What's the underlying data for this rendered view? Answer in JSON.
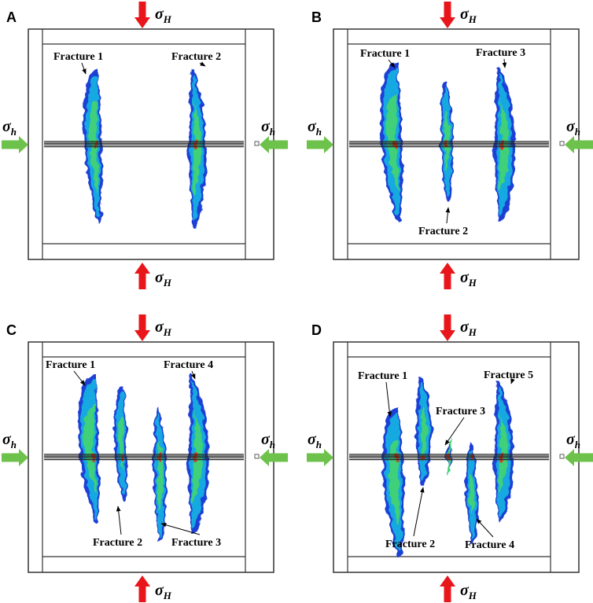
{
  "stress": {
    "sigma": "σ",
    "max_sub": "H",
    "min_sub": "h"
  },
  "panels": [
    {
      "label": "A",
      "fractures": [
        {
          "label": "Fracture 1"
        },
        {
          "label": "Fracture 2"
        }
      ]
    },
    {
      "label": "B",
      "fractures": [
        {
          "label": "Fracture 1"
        },
        {
          "label": "Fracture 2"
        },
        {
          "label": "Fracture 3"
        }
      ]
    },
    {
      "label": "C",
      "fractures": [
        {
          "label": "Fracture 1"
        },
        {
          "label": "Fracture 2"
        },
        {
          "label": "Fracture 3"
        },
        {
          "label": "Fracture 4"
        }
      ]
    },
    {
      "label": "D",
      "fractures": [
        {
          "label": "Fracture 1"
        },
        {
          "label": "Fracture 2"
        },
        {
          "label": "Fracture 3"
        },
        {
          "label": "Fracture 4"
        },
        {
          "label": "Fracture 5"
        }
      ]
    }
  ],
  "colors": {
    "max_stress_arrow": "#e8161b",
    "min_stress_arrow": "#6cc24a",
    "fracture_outer": "#1f3fd6",
    "fracture_mid": "#18a8e0",
    "fracture_core": "#3fd07a",
    "fracture_hot": "#e23a1e",
    "wellbore": "#222222"
  }
}
